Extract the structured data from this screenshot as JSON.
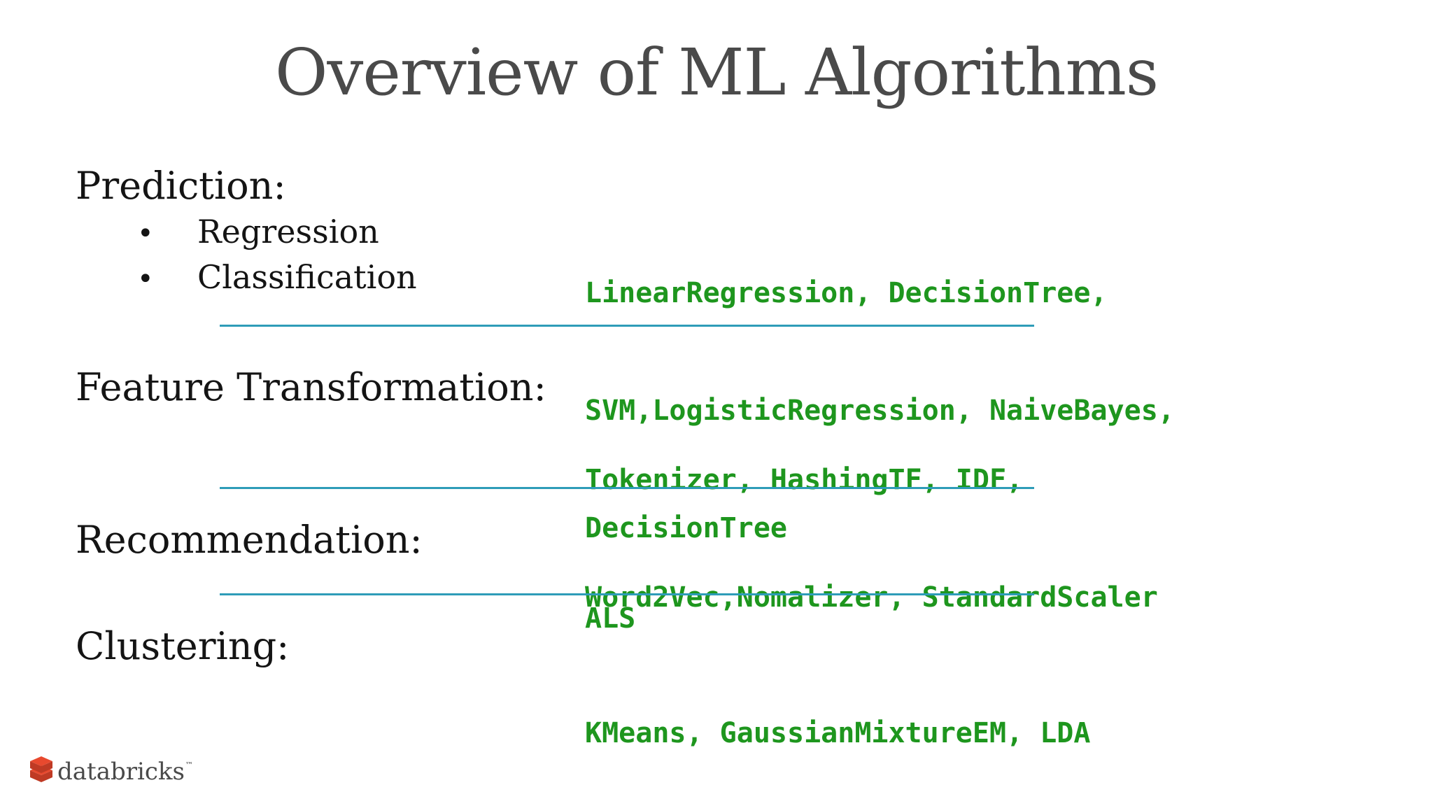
{
  "slide": {
    "title": "Overview of ML Algorithms",
    "bullet_glyph": "•",
    "sections": [
      {
        "label": "Prediction:",
        "bullets": [
          "Regression",
          "Classification"
        ],
        "code_lines": [
          "LinearRegression, DecisionTree,",
          "SVM,LogisticRegression, NaiveBayes,",
          "DecisionTree"
        ]
      },
      {
        "label": "Feature Transformation:",
        "bullets": [],
        "code_lines": [
          "Tokenizer, HashingTF, IDF,",
          "Word2Vec,Nomalizer, StandardScaler"
        ]
      },
      {
        "label": "Recommendation:",
        "bullets": [],
        "code_lines": [
          "ALS"
        ]
      },
      {
        "label": "Clustering:",
        "bullets": [],
        "code_lines": [
          "KMeans, GaussianMixtureEM, LDA"
        ]
      }
    ],
    "colors": {
      "code_green": "#1e961e",
      "divider_teal": "#2e9cb8",
      "title_gray": "#4a4a4a",
      "text_black": "#141414",
      "logo_red": "#e8492e",
      "logo_red_dark": "#bf3a24",
      "logo_text": "#4a4a4a"
    },
    "footer": {
      "brand": "databricks",
      "trademark": "™"
    }
  }
}
